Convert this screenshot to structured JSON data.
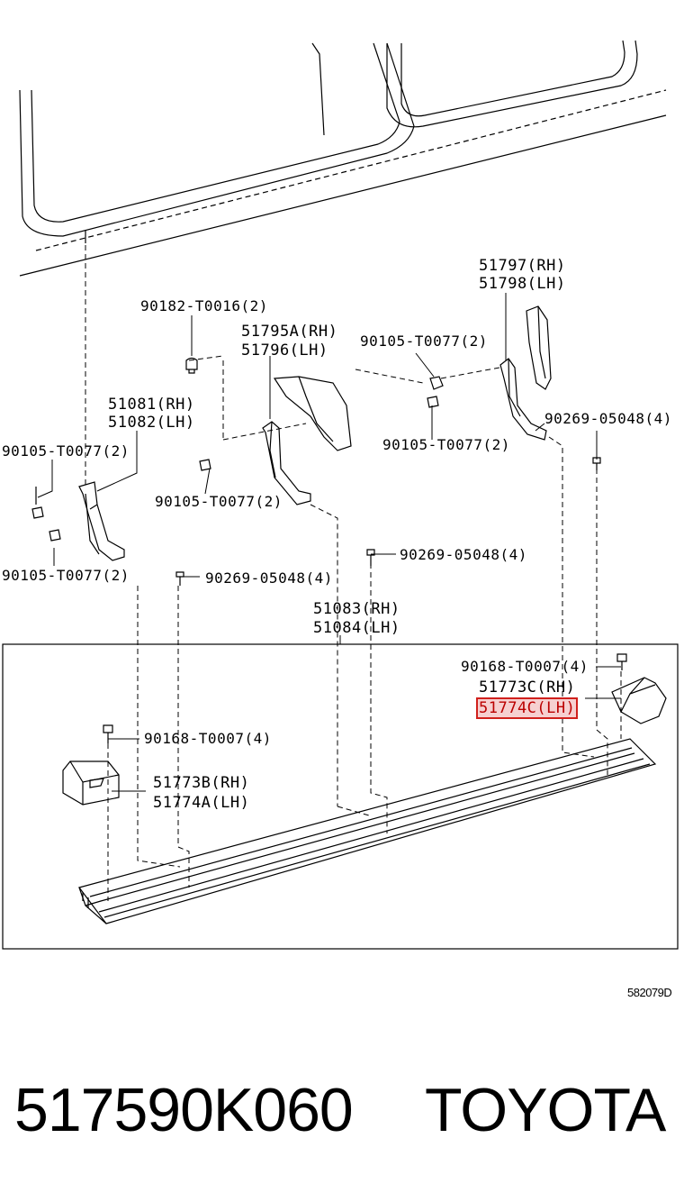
{
  "labels": {
    "l_51797": "51797(RH)",
    "l_51798": "51798(LH)",
    "l_90182": "90182-T0016(2)",
    "l_51795a": "51795A(RH)",
    "l_51796": "51796(LH)",
    "l_90105_top": "90105-T0077(2)",
    "l_51081": "51081(RH)",
    "l_51082": "51082(LH)",
    "l_90105_right": "90105-T0077(2)",
    "l_90269_right": "90269-05048(4)",
    "l_90105_left": "90105-T0077(2)",
    "l_90105_mid": "90105-T0077(2)",
    "l_90105_left_low": "90105-T0077(2)",
    "l_90269_mid": "90269-05048(4)",
    "l_90269_left": "90269-05048(4)",
    "l_51083": "51083(RH)",
    "l_51084": "51084(LH)",
    "l_90168_right": "90168-T0007(4)",
    "l_51773c": "51773C(RH)",
    "l_51774c": "51774C(LH)",
    "l_90168_left": "90168-T0007(4)",
    "l_51773b": "51773B(RH)",
    "l_51774a": "51774A(LH)"
  },
  "highlighted_part": "51774C(LH)",
  "highlight_color": "#d0201c",
  "drawing_code": "582079D",
  "footer": {
    "part_number": "517590K060",
    "brand": "TOYOTA"
  }
}
